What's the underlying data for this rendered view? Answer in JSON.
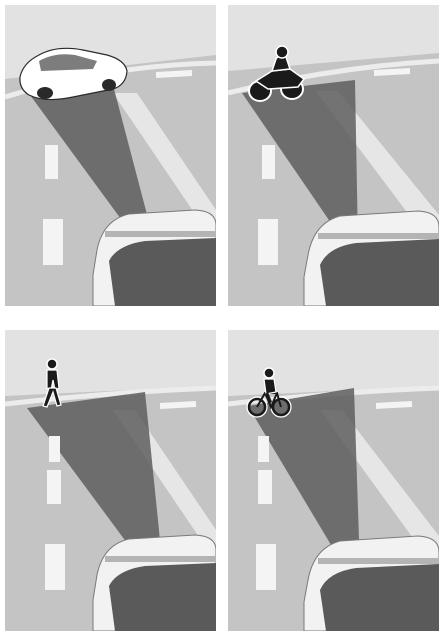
{
  "colors": {
    "background": "#ffffff",
    "road": "#c4c4c4",
    "sky": "#e2e2e2",
    "lane_marking": "#f4f4f4",
    "sensor_beam": "#5e5e5e",
    "light_beam": "#ececec",
    "ego_car_body": "#f2f2f2",
    "ego_car_glass": "#5a5a5a",
    "target_silhouette": "#1a1a1a"
  },
  "panels": [
    {
      "target": "car-icon",
      "target_kind": "car"
    },
    {
      "target": "motorcycle-icon",
      "target_kind": "motorcycle"
    },
    {
      "target": "pedestrian-icon",
      "target_kind": "pedestrian"
    },
    {
      "target": "bicycle-icon",
      "target_kind": "bicycle"
    }
  ]
}
